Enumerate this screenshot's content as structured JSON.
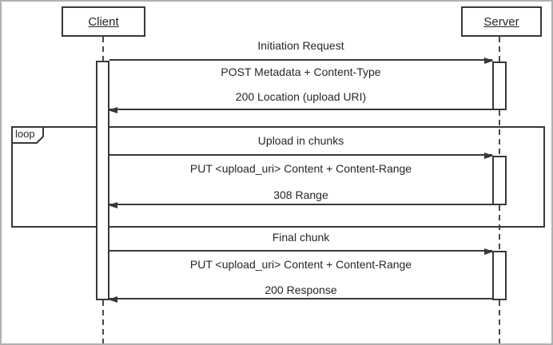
{
  "diagram": {
    "type": "uml-sequence-diagram",
    "actors": [
      {
        "id": "client",
        "label": "Client"
      },
      {
        "id": "server",
        "label": "Server"
      }
    ],
    "fragment": {
      "operator": "loop"
    },
    "sections": [
      {
        "title": "Initiation Request",
        "messages": [
          {
            "from": "client",
            "to": "server",
            "kind": "request",
            "label": "POST Metadata + Content-Type"
          },
          {
            "from": "server",
            "to": "client",
            "kind": "response",
            "label": "200 Location (upload URI)"
          }
        ]
      },
      {
        "title": "Upload in chunks",
        "in_fragment": "loop",
        "messages": [
          {
            "from": "client",
            "to": "server",
            "kind": "request",
            "label": "PUT <upload_uri> Content + Content-Range"
          },
          {
            "from": "server",
            "to": "client",
            "kind": "response",
            "label": "308 Range"
          }
        ]
      },
      {
        "title": "Final chunk",
        "messages": [
          {
            "from": "client",
            "to": "server",
            "kind": "request",
            "label": "PUT <upload_uri> Content + Content-Range"
          },
          {
            "from": "server",
            "to": "client",
            "kind": "response",
            "label": "200 Response"
          }
        ]
      }
    ],
    "colors": {
      "line": "#383838",
      "text": "#262626",
      "background": "#ffffff",
      "outer_border": "#b0b0b0"
    }
  }
}
